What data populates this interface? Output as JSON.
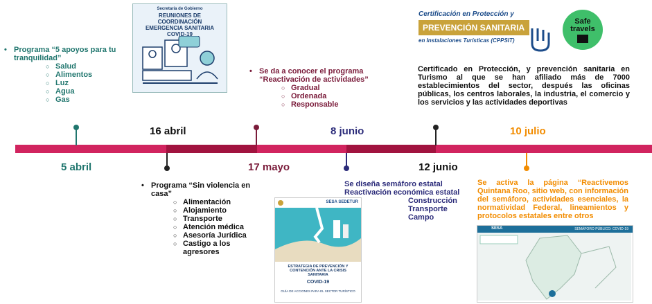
{
  "colors": {
    "timeline": "#d1245f",
    "timeline_dark": "#a1133f",
    "teal": "#20766e",
    "maroon": "#7a1b3a",
    "navy": "#2c2c7a",
    "orange": "#f28c00",
    "dark": "#222222"
  },
  "events": {
    "e1": {
      "date": "5 abril",
      "title": "Programa “5 apoyos para tu tranquilidad”",
      "items": [
        "Salud",
        "Alimentos",
        "Luz",
        "Agua",
        "Gas"
      ]
    },
    "e2": {
      "date": "16 abril",
      "title": "Programa “Sin violencia en casa”",
      "items": [
        "Alimentación",
        "Alojamiento",
        "Transporte",
        "Atención médica",
        "Asesoría Jurídica",
        "Castigo a los agresores"
      ]
    },
    "e3": {
      "date": "17 mayo",
      "title": "Se da a conocer el programa “Reactivación de actividades”",
      "items": [
        "Gradual",
        "Ordenada",
        "Responsable"
      ]
    },
    "e4": {
      "date": "8 junio",
      "line1": "Se diseña semáforo estatal",
      "line2": "Reactivación económica estatal",
      "items": [
        "Construcción",
        "Transporte",
        "Campo"
      ]
    },
    "e5": {
      "date": "12 junio",
      "text": "Certificado en Protección, y prevención sanitaria en Turismo al que se han afiliado más de 7000 establecimientos del sector, después las oficinas públicas, los centros laborales, la industria, el comercio y los servicios y las actividades deportivas"
    },
    "e6": {
      "date": "10 julio",
      "text": "Se activa la página “Reactivemos Quintana Roo, sitio web, con información del semáforo, actividades esenciales, la normatividad Federal, lineamientos y protocolos estatales entre otros"
    }
  },
  "poster1": {
    "header": "Secretaría de Gobierno",
    "title": "REUNIONES DE COORDINACIÓN EMERGENCIA SANITARIA COVID-19"
  },
  "cert": {
    "line1": "Certificación en Protección y",
    "line2": "PREVENCIÓN SANITARIA",
    "line3": "en Instalaciones Turísticas (CPPSIT)",
    "badge1": "Safe",
    "badge2": "travels"
  },
  "doc": {
    "brand": "SESA SEDETUR",
    "title": "ESTRATEGIA DE PREVENCIÓN Y CONTENCIÓN ANTE LA CRISIS SANITARIA",
    "sub": "COVID-19",
    "foot": "GUÍA DE ACCIONES PARA EL SECTOR TURÍSTICO"
  },
  "web": {
    "brand": "SESA",
    "header": "SEMÁFORO PÚBLICO: COVID-19"
  }
}
